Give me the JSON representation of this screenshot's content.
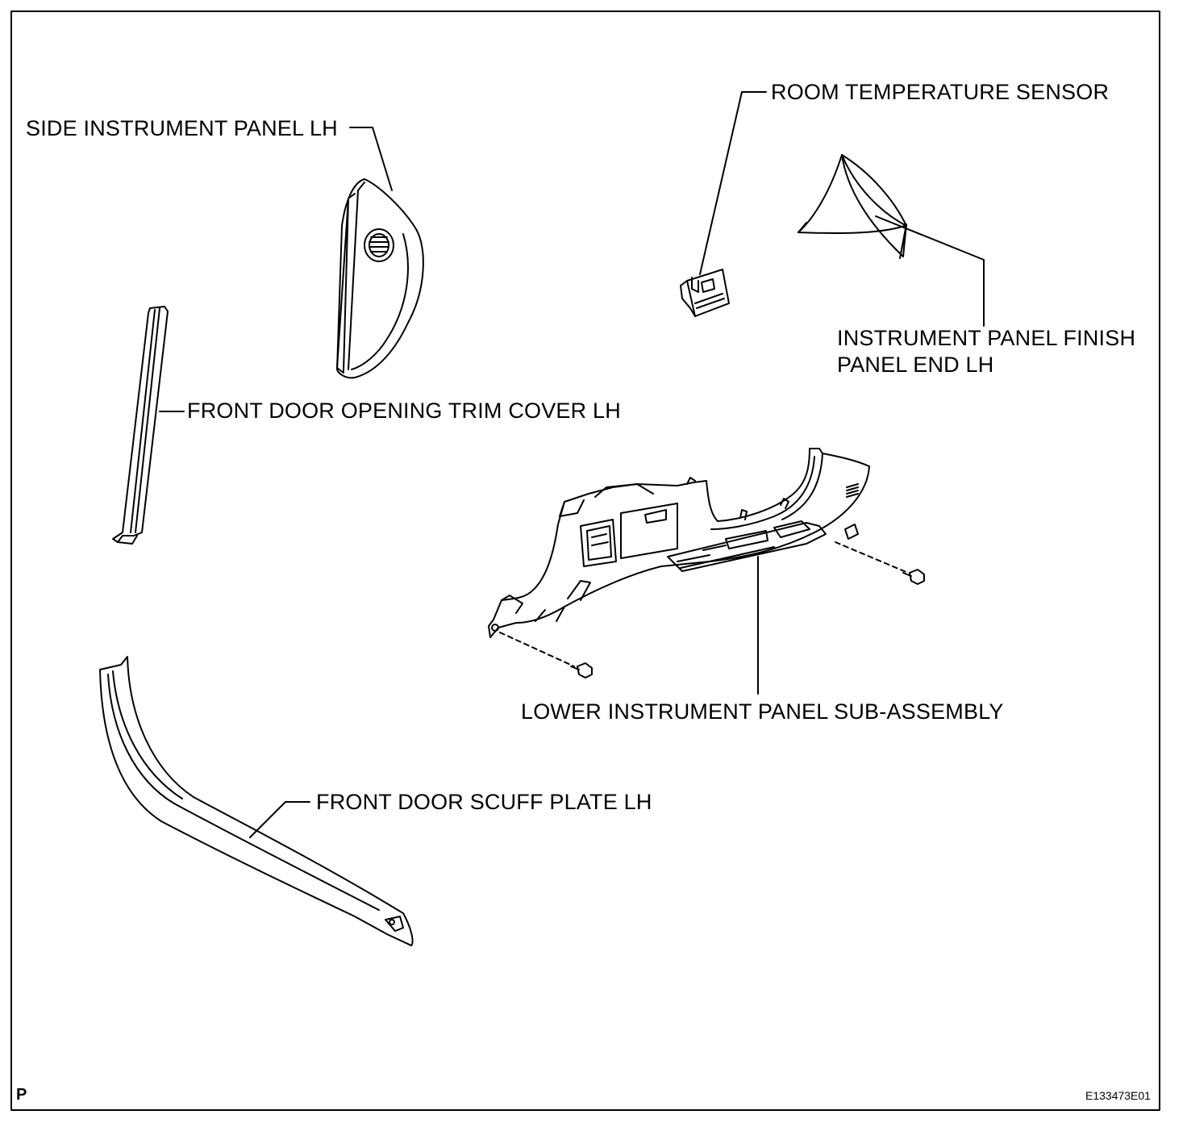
{
  "labels": {
    "room_temp_sensor": "ROOM TEMPERATURE SENSOR",
    "side_instrument_panel": "SIDE INSTRUMENT PANEL LH",
    "finish_panel_line1": "INSTRUMENT PANEL FINISH",
    "finish_panel_line2": "PANEL END LH",
    "front_door_trim_cover": "FRONT DOOR OPENING TRIM COVER LH",
    "lower_instrument_panel": "LOWER INSTRUMENT PANEL SUB-ASSEMBLY",
    "front_door_scuff_plate": "FRONT DOOR SCUFF PLATE LH"
  },
  "corner_mark": "P",
  "figure_code": "E133473E01",
  "colors": {
    "line": "#000000",
    "background": "#ffffff"
  }
}
